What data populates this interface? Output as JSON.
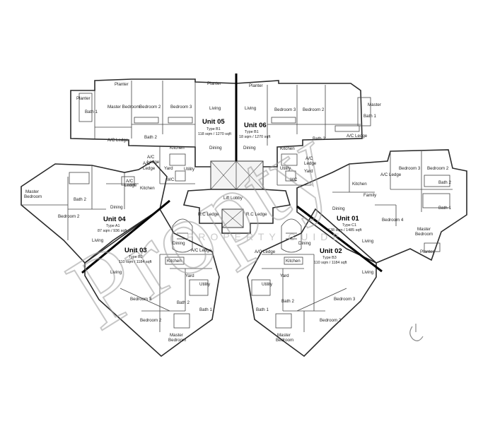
{
  "units": [
    {
      "key": "u05",
      "name": "Unit 05",
      "type": "Type B1",
      "area": "118 sqm / 1270 sqft"
    },
    {
      "key": "u06",
      "name": "Unit 06",
      "type": "Type B1",
      "area": "18 sqm / 1270 sqft"
    },
    {
      "key": "u04",
      "name": "Unit 04",
      "type": "Type A1",
      "area": "87 sqm / 936 sqft"
    },
    {
      "key": "u01",
      "name": "Unit 01",
      "type": "Type C1",
      "area": "138 sqm / 1485 sqft"
    },
    {
      "key": "u03",
      "name": "Unit 03",
      "type": "Type B2",
      "area": "110 sqm / 1184 sqft"
    },
    {
      "key": "u02",
      "name": "Unit 02",
      "type": "Type B3",
      "area": "110 sqm / 1184 sqft"
    }
  ],
  "rooms": {
    "planter": "Planter",
    "master_bedroom": "Master Bedroom",
    "master": "Master",
    "bedroom": "Bedroom",
    "bedroom_2": "Bedroom 2",
    "bedroom_3": "Bedroom 3",
    "bedroom_4": "Bedroom 4",
    "bath_1": "Bath 1",
    "bath_2": "Bath 2",
    "living": "Living",
    "dining": "Dining",
    "kitchen": "Kitchen",
    "yard": "Yard",
    "utility": "Utility",
    "wc": "WC",
    "ac_ledge": "A/C Ledge",
    "ac_ledge_short": "A/C Ledge",
    "ac": "A/C",
    "ledge": "Ledge",
    "lift_lobby": "Lift Lobby",
    "rc_ledge": "R.C Ledge",
    "family": "Family"
  },
  "watermark": {
    "text": "Propty",
    "subtext": "PROPERTY GUIDE"
  }
}
